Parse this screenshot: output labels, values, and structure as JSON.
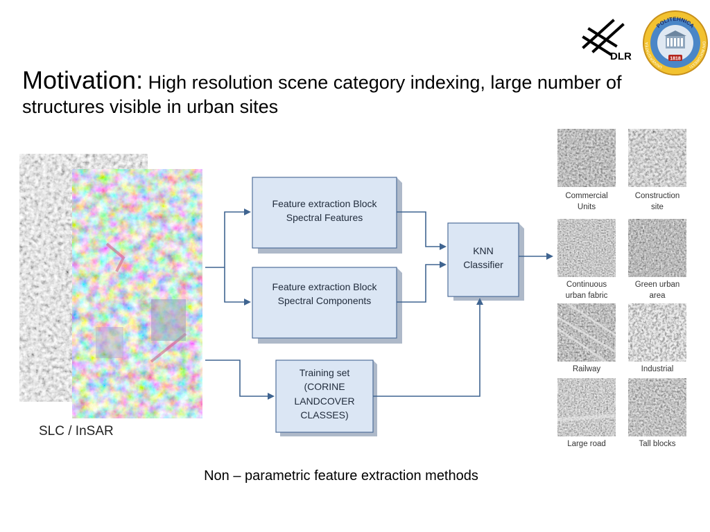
{
  "slide": {
    "title_lead": "Motivation:",
    "title_rest": " High resolution scene category indexing, large number of structures visible in urban sites",
    "caption": "Non – parametric feature extraction methods"
  },
  "logos": {
    "dlr_text": "DLR",
    "univ_arc_top": "POLITEHNICA",
    "univ_arc_left": "UNIVERSITATEA",
    "univ_arc_right": "DIN BUCURESTI",
    "univ_year": "1818"
  },
  "input": {
    "label": "SLC / InSAR"
  },
  "diagram": {
    "box_spectral_features": [
      "Feature extraction Block",
      "Spectral Features"
    ],
    "box_spectral_components": [
      "Feature extraction Block",
      "Spectral Components"
    ],
    "box_training": [
      "Training set",
      "(CORINE",
      "LANDCOVER",
      "CLASSES)"
    ],
    "box_knn": [
      "KNN",
      "Classifier"
    ]
  },
  "classes": [
    [
      "Commercial",
      "Units"
    ],
    [
      "Construction",
      "site"
    ],
    [
      "Continuous",
      "urban fabric"
    ],
    [
      "Green urban",
      "area"
    ],
    [
      "Railway"
    ],
    [
      "Industrial"
    ],
    [
      "Large road"
    ],
    [
      "Tall blocks"
    ]
  ],
  "colors": {
    "box_fill": "#dbe6f4",
    "box_border": "#4f6f9a",
    "box_shadow": "#aeb9c9",
    "arrow": "#3f6490"
  }
}
